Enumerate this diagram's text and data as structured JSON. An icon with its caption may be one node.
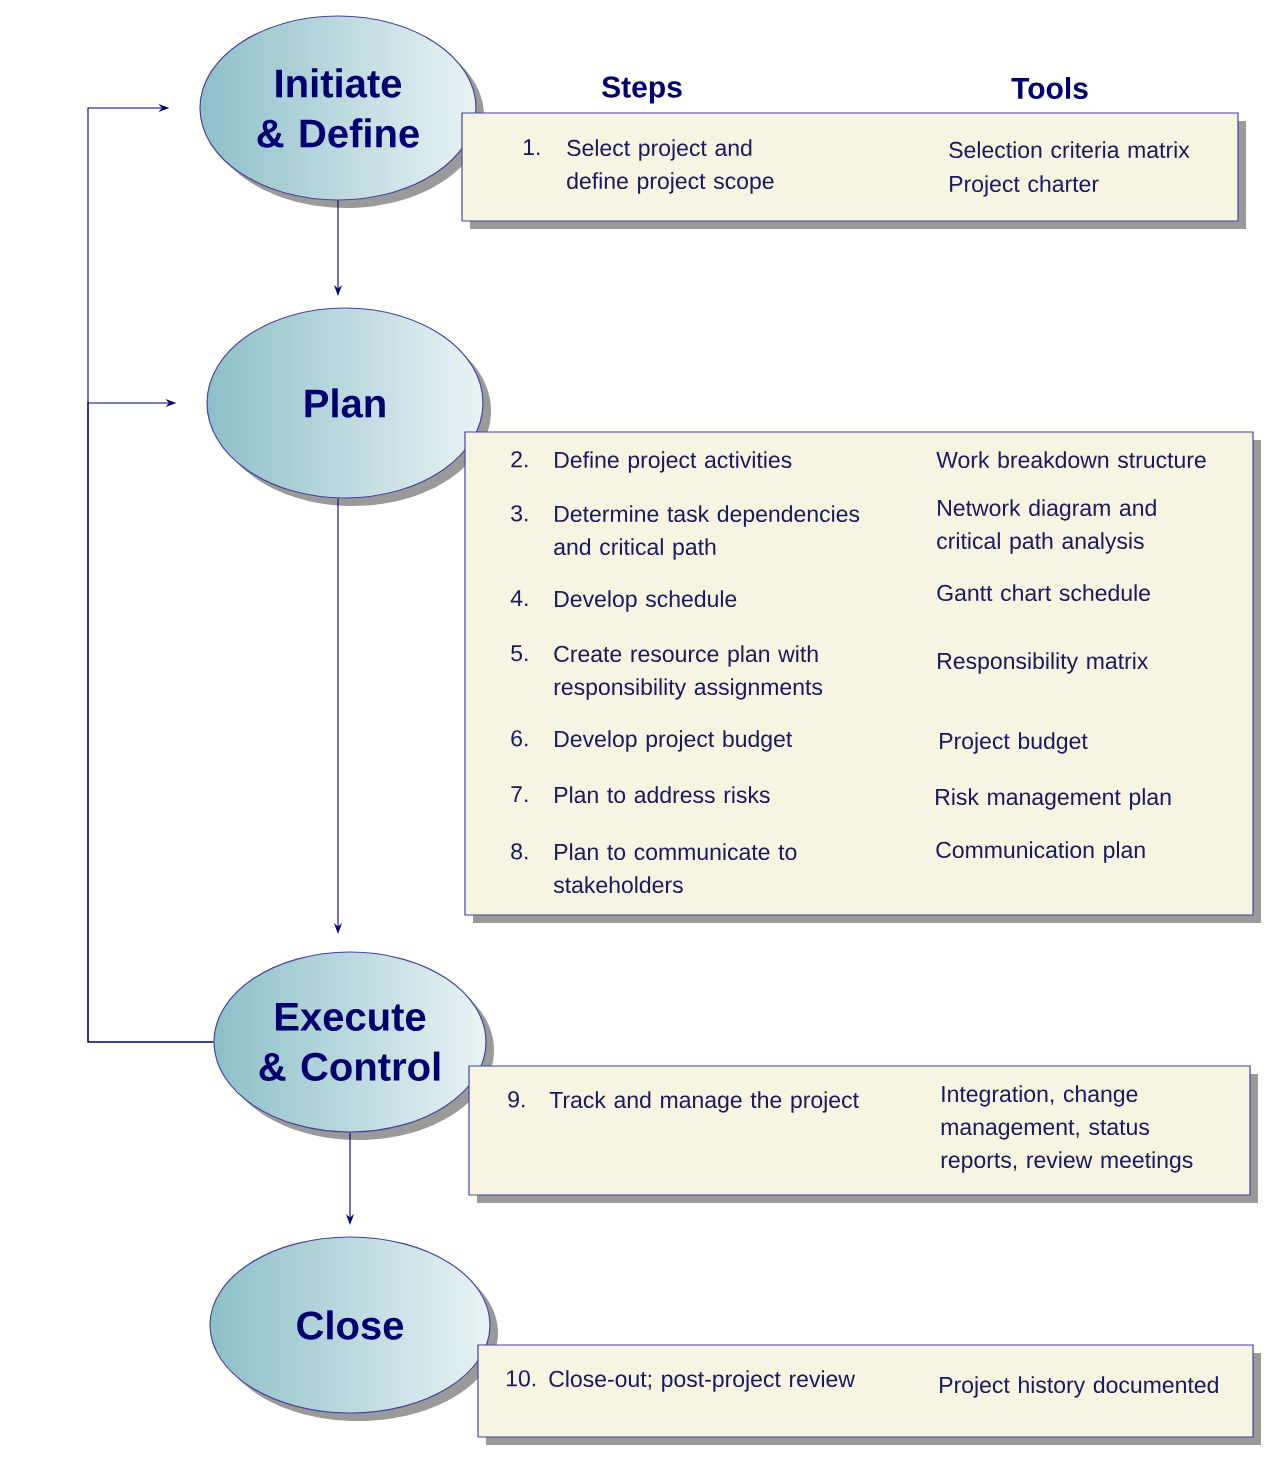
{
  "diagram": {
    "nodes": [
      {
        "text": [
          "Initiate & Define"
        ]
      },
      {
        "text": [
          "1.",
          "Select project and define project scope",
          "Selection criteria matrix",
          "Project charter"
        ]
      },
      {
        "text": [
          "Plan"
        ]
      },
      {
        "text": [
          "2.",
          "Define project activities",
          "Work breakdown structure",
          "3.",
          "Determine task dependencies and critical path",
          "Network diagram and critical path analysis",
          "4.",
          "Develop schedule",
          "Gantt chart schedule",
          "5.",
          "Create resource plan with responsibility assignments",
          "Responsibility matrix",
          "6.",
          "Develop project budget",
          "Project budget",
          "7.",
          "Plan to address risks",
          "Risk management plan",
          "8.",
          "Plan to communicate to stakeholders",
          "Communication plan"
        ]
      },
      {
        "text": [
          "Execute & Control"
        ]
      },
      {
        "text": [
          "9.",
          "Track and manage the project",
          "Integration, change management, status reports, review meetings"
        ]
      },
      {
        "text": [
          "Close"
        ]
      },
      {
        "text": [
          "10.",
          "Close-out; post-project review",
          "Project history documented"
        ]
      }
    ],
    "edges": [
      {
        "from": 0,
        "to": 2,
        "arrow": "to"
      },
      {
        "from": 2,
        "to": 4,
        "arrow": "to"
      },
      {
        "from": 4,
        "to": 6,
        "arrow": "to"
      },
      {
        "from": 4,
        "to": 0,
        "arrow": "to"
      },
      {
        "from": 4,
        "to": 2,
        "arrow": "to"
      }
    ],
    "labels": [
      "Steps",
      "Tools"
    ]
  }
}
